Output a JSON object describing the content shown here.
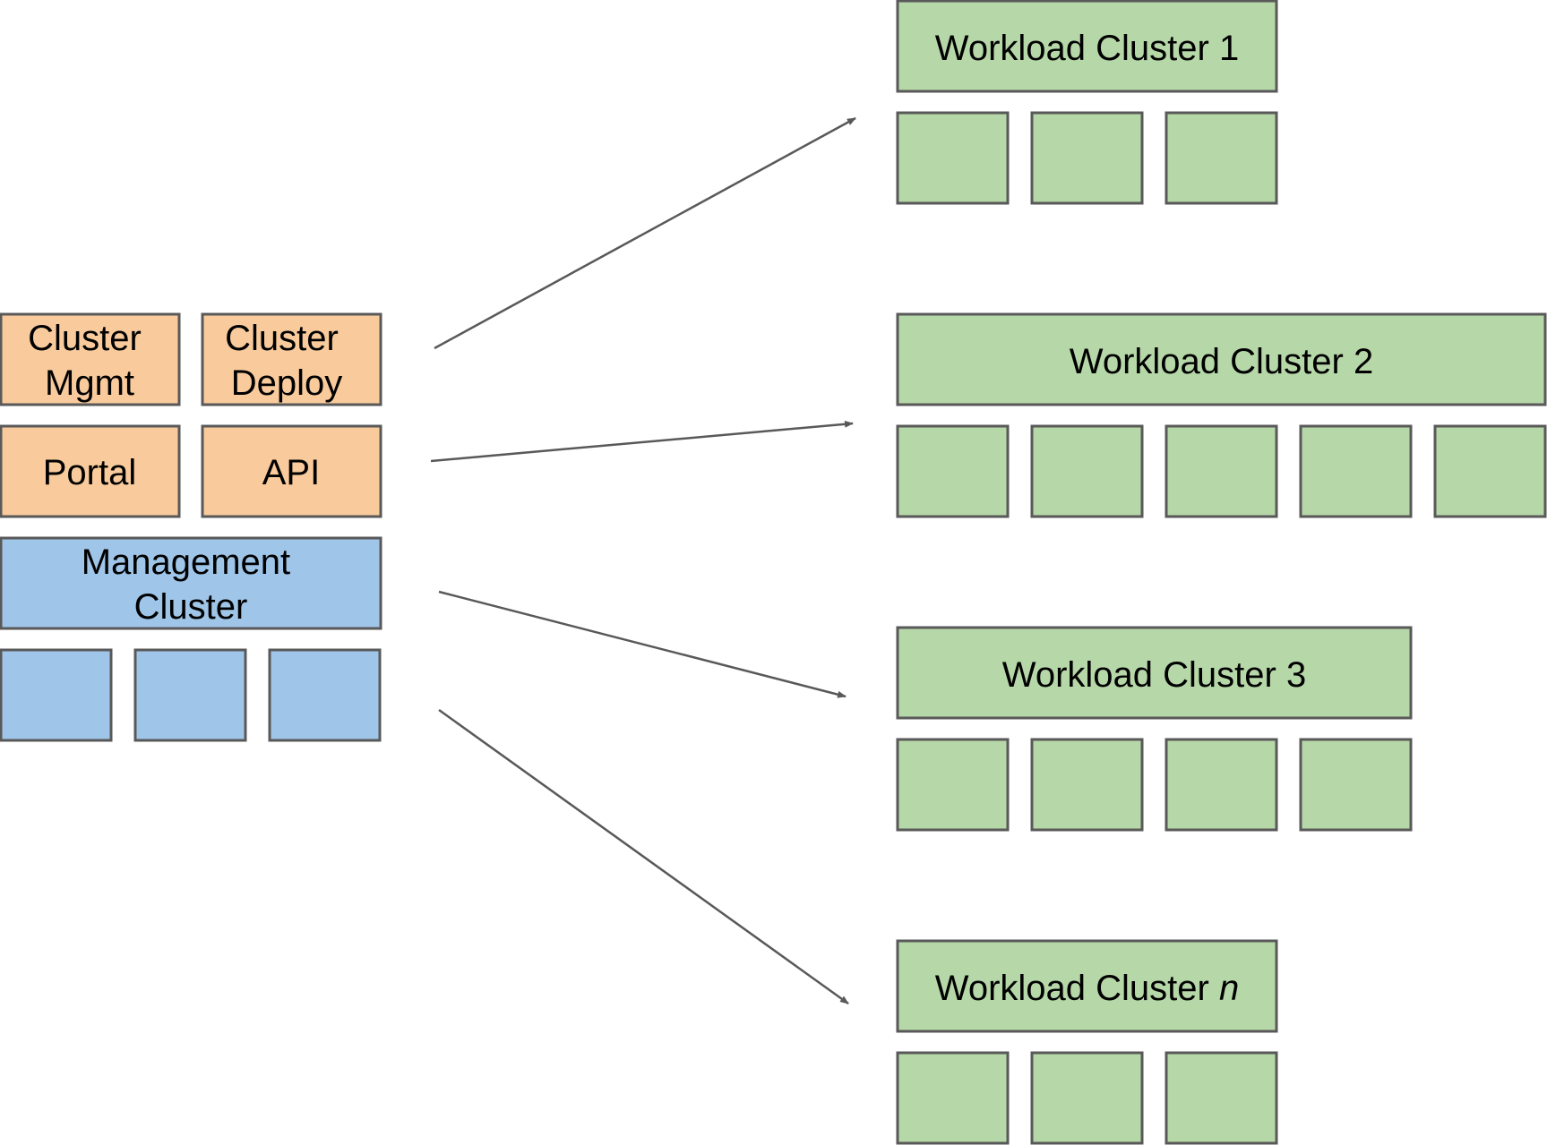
{
  "colors": {
    "orange_fill": "#f9cb9c",
    "blue_fill": "#9fc5e8",
    "green_fill": "#b6d7a8",
    "border": "#595959",
    "arrow": "#595959"
  },
  "management": {
    "components": {
      "cluster_mgmt": [
        "Cluster",
        "Mgmt"
      ],
      "cluster_deploy": [
        "Cluster",
        "Deploy"
      ],
      "portal": "Portal",
      "api": "API"
    },
    "cluster_label": [
      "Management",
      "Cluster"
    ],
    "node_count": 3
  },
  "workload_clusters": [
    {
      "label": "Workload Cluster 1",
      "node_count": 3
    },
    {
      "label": "Workload Cluster 2",
      "node_count": 5
    },
    {
      "label": "Workload Cluster 3",
      "node_count": 4
    },
    {
      "label_prefix": "Workload Cluster ",
      "label_var": "n",
      "node_count": 3
    }
  ]
}
